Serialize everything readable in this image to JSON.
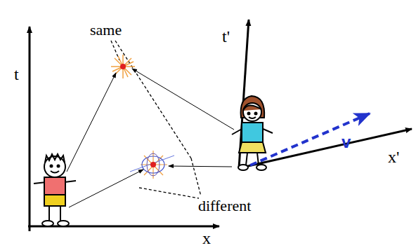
{
  "diagram": {
    "labels": [
      "t",
      "x",
      "t'",
      "x'",
      "v",
      "same",
      "different"
    ]
  }
}
